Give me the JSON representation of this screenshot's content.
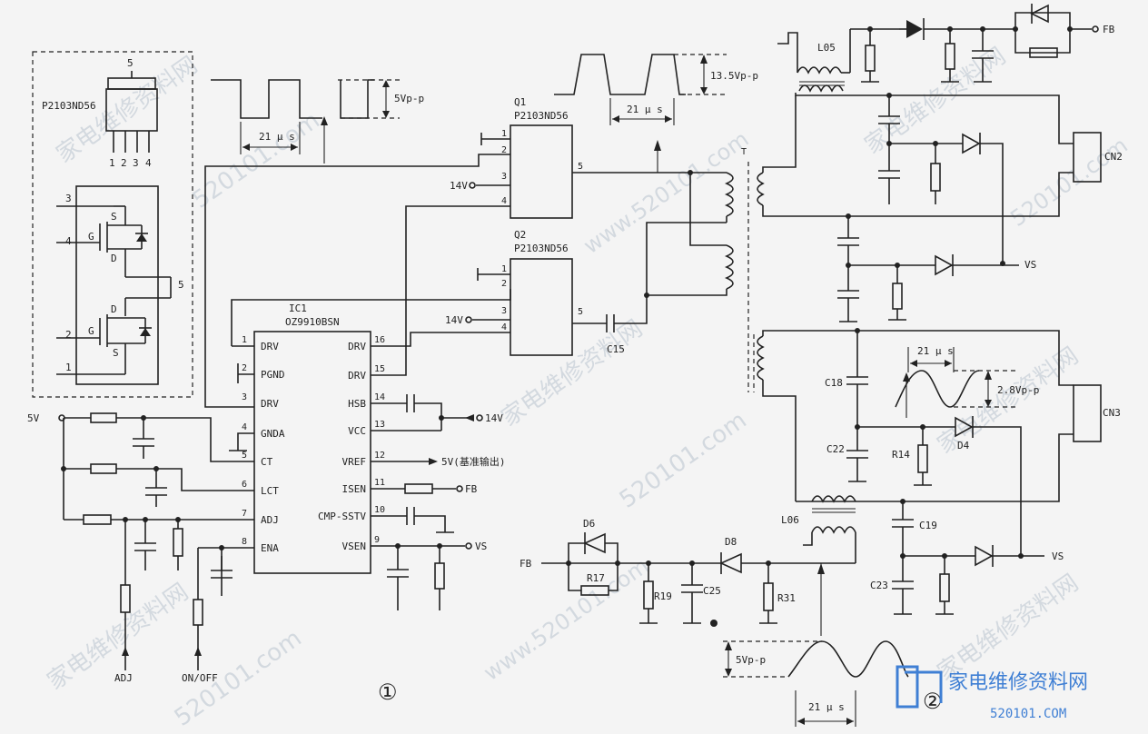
{
  "transistor_detail": {
    "part": "P2103ND56",
    "top_pin": "5",
    "bottom_pins": [
      "1",
      "2",
      "3",
      "4"
    ],
    "side_pins": [
      "3",
      "4",
      "5",
      "2",
      "1"
    ],
    "fet1_labels": {
      "s": "S",
      "g": "G",
      "d": "D"
    },
    "fet2_labels": {
      "d": "D",
      "g": "G",
      "s": "S"
    }
  },
  "waveforms": {
    "drive_amp": "5Vp-p",
    "drive_period": "21 μ s",
    "drain_amp": "13.5Vp-p",
    "drain_period": "21 μ s",
    "cn3_amp": "2.8Vp-p",
    "cn3_period": "21 μ s",
    "bottom_amp": "5Vp-p",
    "bottom_period": "21 μ s"
  },
  "ic1": {
    "ref": "IC1",
    "part": "OZ9910BSN",
    "left_pins": [
      {
        "num": "1",
        "name": "DRV"
      },
      {
        "num": "2",
        "name": "PGND"
      },
      {
        "num": "3",
        "name": "DRV"
      },
      {
        "num": "4",
        "name": "GNDA"
      },
      {
        "num": "5",
        "name": "CT"
      },
      {
        "num": "6",
        "name": "LCT"
      },
      {
        "num": "7",
        "name": "ADJ"
      },
      {
        "num": "8",
        "name": "ENA"
      }
    ],
    "right_pins": [
      {
        "num": "16",
        "name": "DRV"
      },
      {
        "num": "15",
        "name": "DRV"
      },
      {
        "num": "14",
        "name": "HSB"
      },
      {
        "num": "13",
        "name": "VCC"
      },
      {
        "num": "12",
        "name": "VREF"
      },
      {
        "num": "11",
        "name": "ISEN"
      },
      {
        "num": "10",
        "name": "CMP-SSTV"
      },
      {
        "num": "9",
        "name": "VSEN"
      }
    ]
  },
  "q1": {
    "ref": "Q1",
    "part": "P2103ND56",
    "pins": [
      "1",
      "2",
      "3",
      "4",
      "5"
    ],
    "supply": "14V"
  },
  "q2": {
    "ref": "Q2",
    "part": "P2103ND56",
    "pins": [
      "1",
      "2",
      "3",
      "4",
      "5"
    ],
    "supply": "14V"
  },
  "nets": {
    "v5_in": "5V",
    "v14": "14V",
    "vref_out": "5V(基准输出)",
    "isen": "FB",
    "vsen": "VS",
    "adj": "ADJ",
    "onoff": "ON/OFF"
  },
  "components": {
    "c15": "C15",
    "transformer": "T",
    "l05": "L05",
    "l06": "L06",
    "cn2": "CN2",
    "cn3": "CN3",
    "c18": "C18",
    "c22": "C22",
    "r14": "R14",
    "d4": "D4",
    "c19": "C19",
    "c23": "C23",
    "d6": "D6",
    "r17": "R17",
    "r19": "R19",
    "c25": "C25",
    "d8": "D8",
    "r31": "R31"
  },
  "right_nets": {
    "fb_top": "FB",
    "vs_mid": "VS",
    "vs_bottom": "VS",
    "fb_bottom": "FB"
  },
  "circle_marks": {
    "one": "①",
    "two": "②"
  },
  "watermark": {
    "cn": "家电维修资料网",
    "url": "520101.com",
    "url_full": "www.520101.com"
  },
  "logo": {
    "text": "家电维修资料网",
    "url": "520101.COM"
  }
}
